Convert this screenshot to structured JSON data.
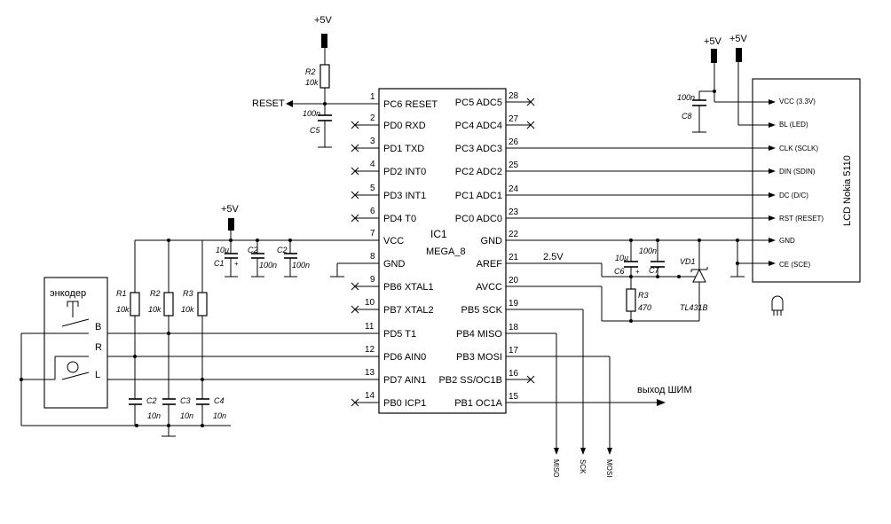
{
  "ic": {
    "name": "IC1",
    "model": "MEGA_8",
    "left_pins": [
      {
        "num": "1",
        "label": "PC6 RESET"
      },
      {
        "num": "2",
        "label": "PD0 RXD"
      },
      {
        "num": "3",
        "label": "PD1 TXD"
      },
      {
        "num": "4",
        "label": "PD2 INT0"
      },
      {
        "num": "5",
        "label": "PD3 INT1"
      },
      {
        "num": "6",
        "label": "PD4 T0"
      },
      {
        "num": "7",
        "label": "VCC"
      },
      {
        "num": "8",
        "label": "GND"
      },
      {
        "num": "9",
        "label": "PB6 XTAL1"
      },
      {
        "num": "10",
        "label": "PB7 XTAL2"
      },
      {
        "num": "11",
        "label": "PD5 T1"
      },
      {
        "num": "12",
        "label": "PD6 AIN0"
      },
      {
        "num": "13",
        "label": "PD7 AIN1"
      },
      {
        "num": "14",
        "label": "PB0 ICP1"
      }
    ],
    "right_pins": [
      {
        "num": "28",
        "label": "PC5 ADC5"
      },
      {
        "num": "27",
        "label": "PC4 ADC4"
      },
      {
        "num": "26",
        "label": "PC3 ADC3"
      },
      {
        "num": "25",
        "label": "PC2 ADC2"
      },
      {
        "num": "24",
        "label": "PC1 ADC1"
      },
      {
        "num": "23",
        "label": "PC0 ADC0"
      },
      {
        "num": "22",
        "label": "GND"
      },
      {
        "num": "21",
        "label": "AREF"
      },
      {
        "num": "20",
        "label": "AVCC"
      },
      {
        "num": "19",
        "label": "PB5 SCK"
      },
      {
        "num": "18",
        "label": "PB4 MISO"
      },
      {
        "num": "17",
        "label": "PB3 MOSI"
      },
      {
        "num": "16",
        "label": "PB2 SS/OC1B"
      },
      {
        "num": "15",
        "label": "PB1 OC1A"
      }
    ]
  },
  "lcd": {
    "title": "LCD Nokia 5110",
    "pins": [
      "VCC (3.3V)",
      "BL (LED)",
      "CLK (SCLK)",
      "DIN (SDIN)",
      "DC (D/C)",
      "RST (RESET)",
      "GND",
      "CE (SCE)"
    ]
  },
  "encoder": {
    "title": "энкодер",
    "b": "B",
    "r": "R",
    "l": "L"
  },
  "labels": {
    "plus5v": "+5V",
    "reset": "RESET",
    "pwm_out": "выход ШИМ",
    "aref_voltage": "2.5V",
    "miso": "MISO",
    "sck": "SCK",
    "mosi": "MOSI",
    "plus": "+"
  },
  "parts": {
    "r2": {
      "ref": "R2",
      "val": "10k"
    },
    "c5": {
      "ref": "C5",
      "val": "100n"
    },
    "c8": {
      "ref": "C8",
      "val": "100n"
    },
    "c1": {
      "ref": "C1",
      "val": "10µ"
    },
    "c2a": {
      "ref": "C2",
      "val": "100n"
    },
    "c2b": {
      "ref": "C2",
      "val": "100n"
    },
    "r1": {
      "ref": "R1",
      "val": "10k"
    },
    "rr2": {
      "ref": "R2",
      "val": "10k"
    },
    "r3": {
      "ref": "R3",
      "val": "10k"
    },
    "c2c": {
      "ref": "C2",
      "val": "10n"
    },
    "c3": {
      "ref": "C3",
      "val": "10n"
    },
    "c4": {
      "ref": "C4",
      "val": "10n"
    },
    "c6": {
      "ref": "C6",
      "val": "10µ"
    },
    "c7": {
      "ref": "C7",
      "val": "100n"
    },
    "rr3": {
      "ref": "R3",
      "val": "470"
    },
    "vd1": {
      "ref": "VD1",
      "val": "TL431B"
    }
  }
}
